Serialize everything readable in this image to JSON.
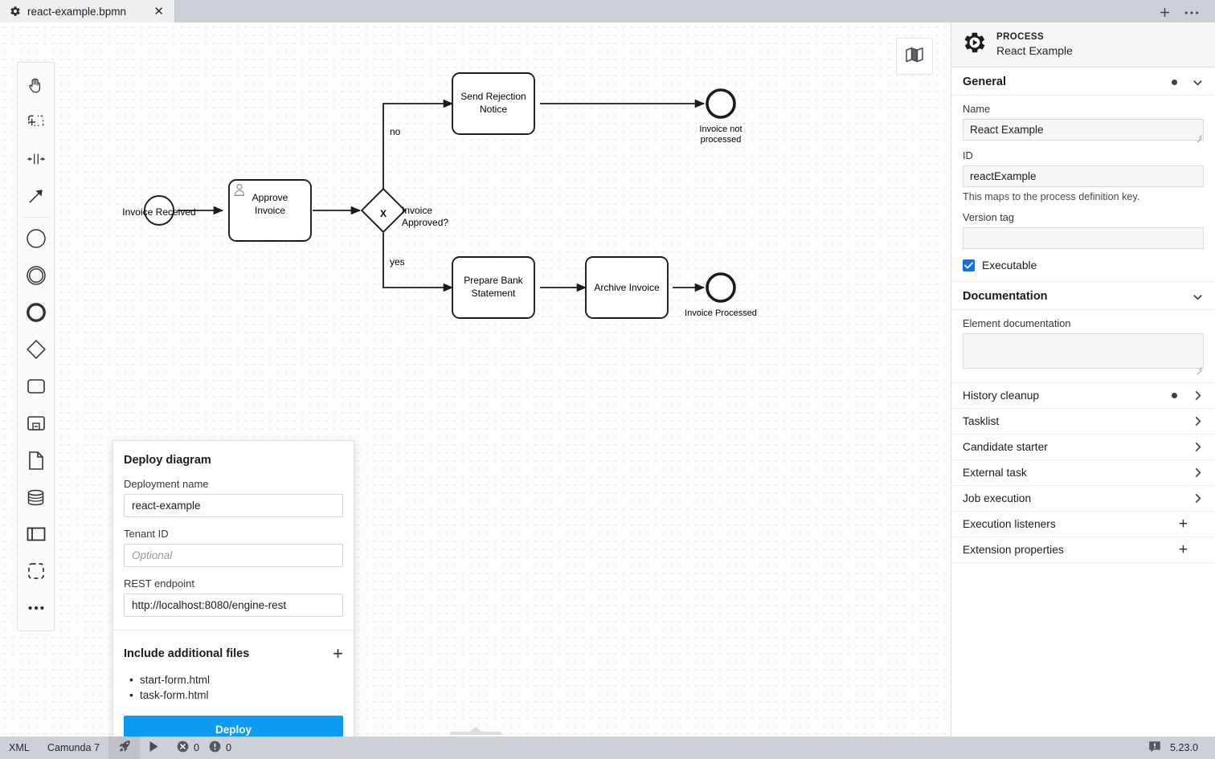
{
  "tabbar": {
    "tab": {
      "icon": "gear-icon",
      "title": "react-example.bpmn",
      "close_label": "✕"
    },
    "new_tab_label": "+",
    "more_label": "…"
  },
  "palette": {
    "tools": [
      {
        "name": "hand-tool-icon",
        "label": "Activate hand tool"
      },
      {
        "name": "lasso-tool-icon",
        "label": "Activate lasso tool"
      },
      {
        "name": "space-tool-icon",
        "label": "Activate create/remove space tool"
      },
      {
        "name": "global-connect-tool-icon",
        "label": "Activate global connect tool"
      }
    ],
    "elements": [
      {
        "name": "start-event-icon",
        "label": "Create start event"
      },
      {
        "name": "intermediate-event-icon",
        "label": "Create intermediate/boundary event"
      },
      {
        "name": "end-event-icon",
        "label": "Create end event"
      },
      {
        "name": "gateway-icon",
        "label": "Create gateway"
      },
      {
        "name": "task-icon",
        "label": "Create task"
      },
      {
        "name": "subprocess-collapsed-icon",
        "label": "Create collapsed subprocess"
      },
      {
        "name": "data-object-icon",
        "label": "Create data object reference"
      },
      {
        "name": "data-store-icon",
        "label": "Create data store reference"
      },
      {
        "name": "participant-icon",
        "label": "Create pool/participant"
      },
      {
        "name": "group-icon",
        "label": "Create group"
      },
      {
        "name": "more-tools-icon",
        "label": "•••"
      }
    ]
  },
  "canvas": {
    "minimap_button": {
      "name": "minimap-icon",
      "label": "Toggle minimap"
    }
  },
  "diagram": {
    "title": "React Example",
    "nodes": [
      {
        "id": "invoiceReceived",
        "type": "start-event",
        "label": "Invoice Received"
      },
      {
        "id": "approveInvoice",
        "type": "user-task",
        "label": "Approve Invoice"
      },
      {
        "id": "invoiceApproved",
        "type": "exclusive-gateway",
        "label": "Invoice Approved?"
      },
      {
        "id": "sendRejectionNotice",
        "type": "task",
        "label": "Send Rejection Notice"
      },
      {
        "id": "invoiceNotProcessed",
        "type": "end-event",
        "label": "Invoice not processed"
      },
      {
        "id": "prepareBankStatement",
        "type": "task",
        "label": "Prepare Bank Statement"
      },
      {
        "id": "archiveInvoice",
        "type": "task",
        "label": "Archive Invoice"
      },
      {
        "id": "invoiceProcessed",
        "type": "end-event",
        "label": "Invoice Processed"
      }
    ],
    "flow_labels": {
      "no": "no",
      "yes": "yes"
    }
  },
  "deploy_dialog": {
    "title": "Deploy diagram",
    "fields": [
      {
        "key": "deployment_name",
        "label": "Deployment name",
        "value": "react-example",
        "placeholder": ""
      },
      {
        "key": "tenant_id",
        "label": "Tenant ID",
        "value": "",
        "placeholder": "Optional"
      },
      {
        "key": "rest_endpoint",
        "label": "REST endpoint",
        "value": "http://localhost:8080/engine-rest",
        "placeholder": ""
      }
    ],
    "include_section": {
      "title": "Include additional files",
      "add_label": "+",
      "files": [
        "start-form.html",
        "task-form.html"
      ]
    },
    "deploy_button": "Deploy"
  },
  "properties": {
    "header": {
      "eyebrow": "PROCESS",
      "name": "React Example",
      "icon": "process-gear-icon"
    },
    "general": {
      "title": "General",
      "name_label": "Name",
      "name_value": "React Example",
      "id_label": "ID",
      "id_value": "reactExample",
      "id_hint": "This maps to the process definition key.",
      "version_tag_label": "Version tag",
      "version_tag_value": "",
      "executable_label": "Executable",
      "executable_checked": true
    },
    "documentation": {
      "title": "Documentation",
      "element_doc_label": "Element documentation",
      "element_doc_value": ""
    },
    "collapsed_groups": [
      {
        "title": "History cleanup",
        "affix": "chevron",
        "dot": true
      },
      {
        "title": "Tasklist",
        "affix": "chevron",
        "dot": false
      },
      {
        "title": "Candidate starter",
        "affix": "chevron",
        "dot": false
      },
      {
        "title": "External task",
        "affix": "chevron",
        "dot": false
      },
      {
        "title": "Job execution",
        "affix": "chevron",
        "dot": false
      },
      {
        "title": "Execution listeners",
        "affix": "plus",
        "dot": false
      },
      {
        "title": "Extension properties",
        "affix": "plus",
        "dot": false
      }
    ]
  },
  "statusbar": {
    "xml_label": "XML",
    "engine_label": "Camunda 7",
    "deploy_icon": "rocket-icon",
    "run_icon": "play-icon",
    "error_icon": "error-circle-icon",
    "error_count": "0",
    "warning_icon": "warning-circle-icon",
    "warning_count": "0",
    "log_icon": "log-icon",
    "version": "5.23.0"
  },
  "colors": {
    "accent": "#0b9bf0",
    "checkbox": "#0b72e7",
    "chrome": "#cdd0d6",
    "tab_active": "#eeeff1"
  }
}
